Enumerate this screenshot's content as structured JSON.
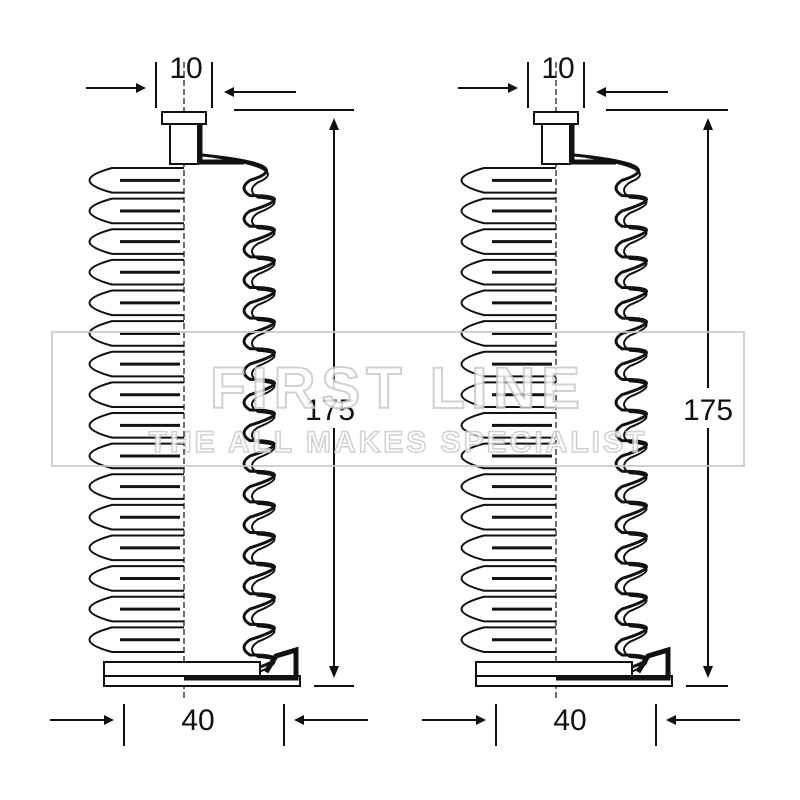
{
  "parts": [
    {
      "top_width_label": "10",
      "height_label": "175",
      "bottom_width_label": "40"
    },
    {
      "top_width_label": "10",
      "height_label": "175",
      "bottom_width_label": "40"
    }
  ],
  "watermark": {
    "title": "FIRST LINE",
    "subtitle": "THE ALL MAKES SPECIALIST"
  },
  "colors": {
    "line": "#111111",
    "watermark_stroke": "#c9c9c9"
  }
}
